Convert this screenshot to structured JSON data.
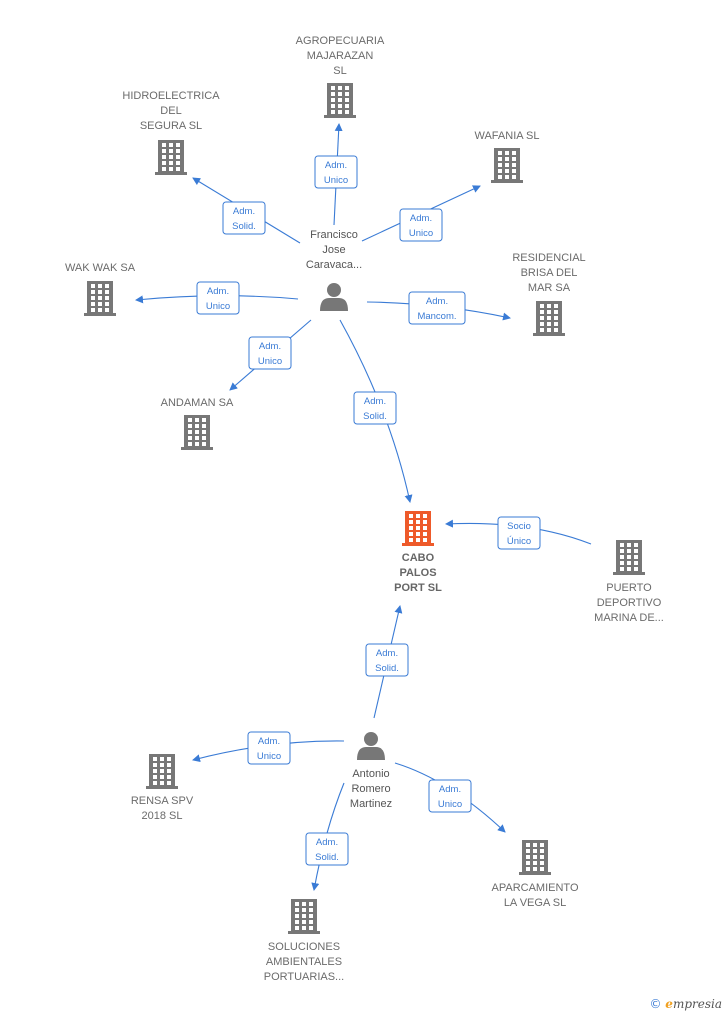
{
  "colors": {
    "edge": "#3a7bd5",
    "building": "#777777",
    "focus": "#ee5a2a",
    "person": "#777777"
  },
  "companies": [
    {
      "id": "agropecuaria",
      "lines": [
        "AGROPECUARIA",
        "MAJARAZAN",
        "SL"
      ],
      "icon": "building-icon"
    },
    {
      "id": "hidroelectrica",
      "lines": [
        "HIDROELECTRICA",
        "DEL",
        "SEGURA  SL"
      ],
      "icon": "building-icon"
    },
    {
      "id": "wafania",
      "lines": [
        "WAFANIA SL"
      ],
      "icon": "building-icon"
    },
    {
      "id": "wakwak",
      "lines": [
        "WAK WAK SA"
      ],
      "icon": "building-icon"
    },
    {
      "id": "residencial",
      "lines": [
        "RESIDENCIAL",
        "BRISA DEL",
        "MAR SA"
      ],
      "icon": "building-icon"
    },
    {
      "id": "andaman",
      "lines": [
        "ANDAMAN SA"
      ],
      "icon": "building-icon"
    },
    {
      "id": "cabopalos",
      "lines": [
        "CABO",
        "PALOS",
        "PORT  SL"
      ],
      "icon": "building-icon",
      "focus": true
    },
    {
      "id": "puerto",
      "lines": [
        "PUERTO",
        "DEPORTIVO",
        "MARINA DE..."
      ],
      "icon": "building-icon"
    },
    {
      "id": "rensa",
      "lines": [
        "RENSA SPV",
        "2018  SL"
      ],
      "icon": "building-icon"
    },
    {
      "id": "aparcamiento",
      "lines": [
        "APARCAMIENTO",
        "LA VEGA SL"
      ],
      "icon": "building-icon"
    },
    {
      "id": "soluciones",
      "lines": [
        "SOLUCIONES",
        "AMBIENTALES",
        "PORTUARIAS..."
      ],
      "icon": "building-icon"
    }
  ],
  "persons": [
    {
      "id": "francisco",
      "lines": [
        "Francisco",
        "Jose",
        "Caravaca..."
      ],
      "icon": "person-icon"
    },
    {
      "id": "antonio",
      "lines": [
        "Antonio",
        "Romero",
        "Martinez"
      ],
      "icon": "person-icon"
    }
  ],
  "edges": [
    {
      "id": "e1",
      "lines": [
        "Adm.",
        "Unico"
      ]
    },
    {
      "id": "e2",
      "lines": [
        "Adm.",
        "Solid."
      ]
    },
    {
      "id": "e3",
      "lines": [
        "Adm.",
        "Unico"
      ]
    },
    {
      "id": "e4",
      "lines": [
        "Adm.",
        "Unico"
      ]
    },
    {
      "id": "e5",
      "lines": [
        "Adm.",
        "Mancom."
      ]
    },
    {
      "id": "e6",
      "lines": [
        "Adm.",
        "Unico"
      ]
    },
    {
      "id": "e7",
      "lines": [
        "Adm.",
        "Solid."
      ]
    },
    {
      "id": "e8",
      "lines": [
        "Socio",
        "Único"
      ]
    },
    {
      "id": "e9",
      "lines": [
        "Adm.",
        "Solid."
      ]
    },
    {
      "id": "e10",
      "lines": [
        "Adm.",
        "Unico"
      ]
    },
    {
      "id": "e11",
      "lines": [
        "Adm.",
        "Unico"
      ]
    },
    {
      "id": "e12",
      "lines": [
        "Adm.",
        "Solid."
      ]
    }
  ],
  "brand": {
    "copyright": "©",
    "initial": "e",
    "name": "mpresia"
  }
}
